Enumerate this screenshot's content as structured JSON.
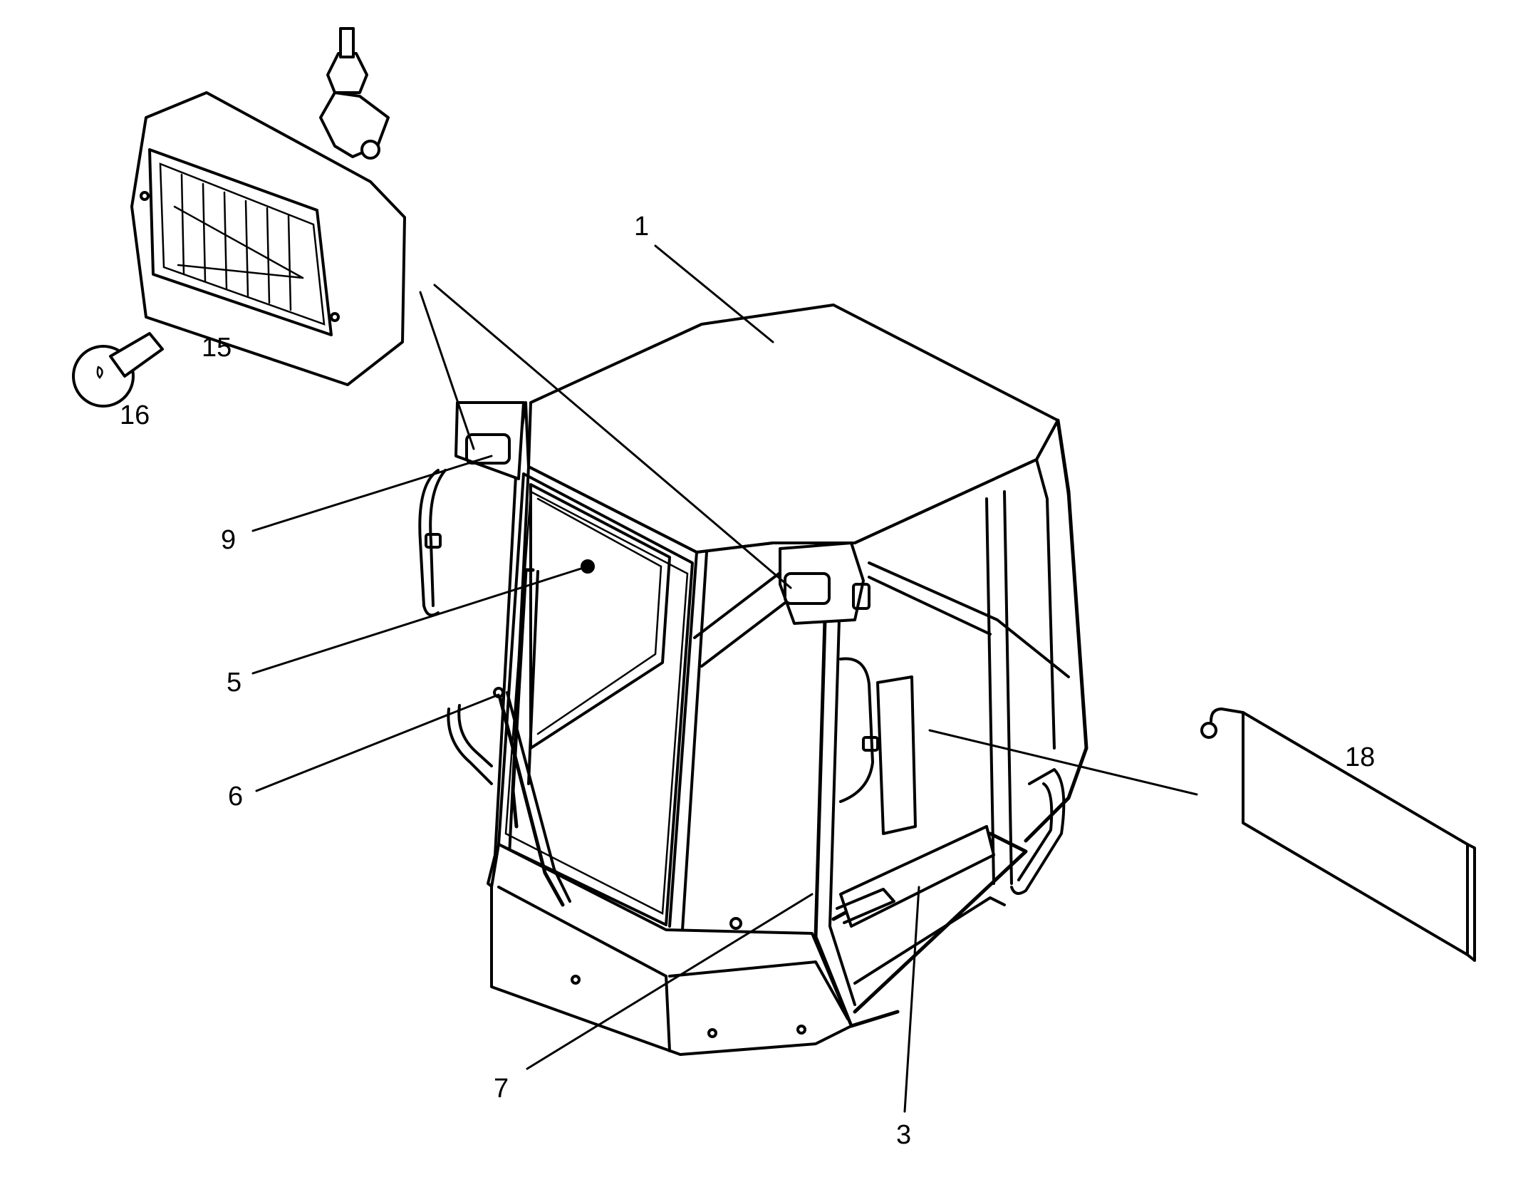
{
  "callouts": {
    "c1": "1",
    "c3": "3",
    "c5": "5",
    "c6": "6",
    "c7": "7",
    "c9": "9",
    "c15": "15",
    "c16": "16",
    "c18": "18"
  },
  "colors": {
    "line": "#000000",
    "background": "#ffffff"
  }
}
